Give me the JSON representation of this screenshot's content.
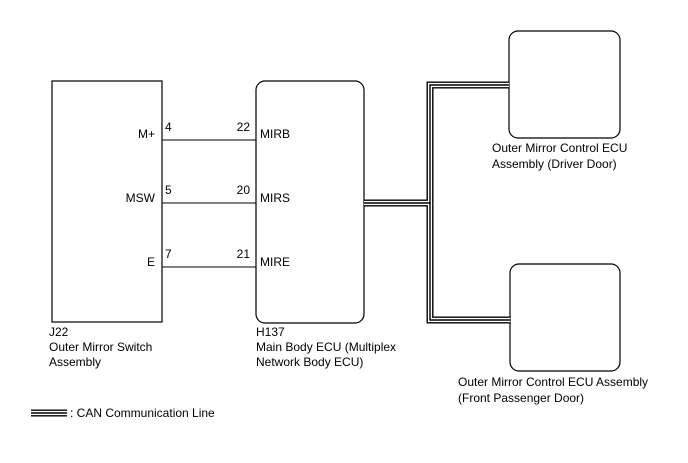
{
  "components": {
    "switch": {
      "code": "J22",
      "name_line1": "Outer Mirror Switch",
      "name_line2": "Assembly",
      "pins": [
        {
          "label": "M+",
          "number": "4"
        },
        {
          "label": "MSW",
          "number": "5"
        },
        {
          "label": "E",
          "number": "7"
        }
      ]
    },
    "main_ecu": {
      "code": "H137",
      "name_line1": "Main Body ECU (Multiplex",
      "name_line2": "Network Body ECU)",
      "pins": [
        {
          "label": "MIRB",
          "number": "22"
        },
        {
          "label": "MIRS",
          "number": "20"
        },
        {
          "label": "MIRE",
          "number": "21"
        }
      ]
    },
    "driver_ecu": {
      "name_line1": "Outer Mirror Control ECU",
      "name_line2": "Assembly (Driver Door)"
    },
    "passenger_ecu": {
      "name_line1": "Outer Mirror Control ECU Assembly",
      "name_line2": "(Front Passenger Door)"
    }
  },
  "legend": {
    "label": ": CAN Communication Line"
  }
}
